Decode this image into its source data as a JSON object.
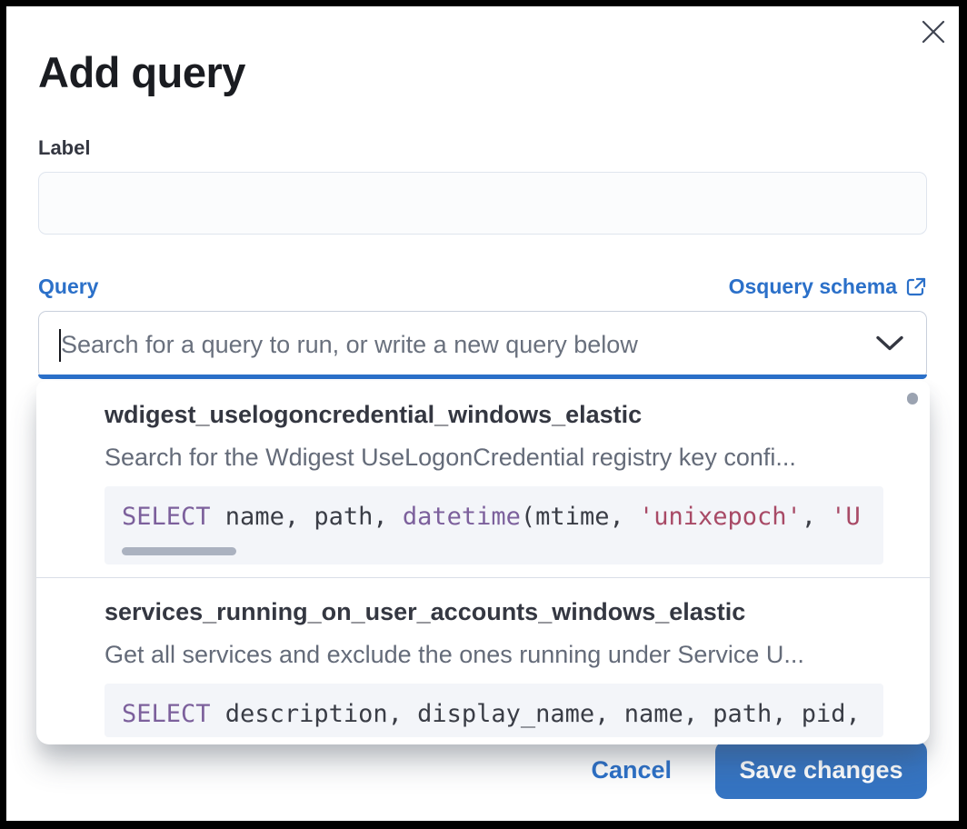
{
  "modal": {
    "title": "Add query"
  },
  "form": {
    "label_field": {
      "label": "Label",
      "value": ""
    },
    "query_field": {
      "label": "Query",
      "schema_link_label": "Osquery schema",
      "placeholder": "Search for a query to run, or write a new query below"
    }
  },
  "dropdown": {
    "options": [
      {
        "title": "wdigest_uselogoncredential_windows_elastic",
        "description": "Search for the Wdigest UseLogonCredential registry key confi...",
        "sql_preview": "SELECT name, path, datetime(mtime, 'unixepoch', 'U",
        "code_tokens": [
          {
            "type": "kw",
            "text": "SELECT"
          },
          {
            "type": "plain",
            "text": " name, path, "
          },
          {
            "type": "kw",
            "text": "datetime"
          },
          {
            "type": "plain",
            "text": "(mtime, "
          },
          {
            "type": "str",
            "text": "'unixepoch'"
          },
          {
            "type": "plain",
            "text": ", "
          },
          {
            "type": "str",
            "text": "'U"
          }
        ],
        "h_scrollbar": true
      },
      {
        "title": "services_running_on_user_accounts_windows_elastic",
        "description": "Get all services and exclude the ones running under Service U...",
        "sql_preview": "SELECT description, display_name, name, path, pid,",
        "code_tokens": [
          {
            "type": "kw",
            "text": "SELECT"
          },
          {
            "type": "plain",
            "text": " description, display_name, name, path, pid,"
          }
        ],
        "h_scrollbar": false
      }
    ]
  },
  "footer": {
    "cancel_label": "Cancel",
    "save_label": "Save changes"
  },
  "icons": {
    "close": "close-icon",
    "external_link": "external-link-icon",
    "chevron_down": "chevron-down-icon",
    "text_cursor": "text-cursor"
  },
  "colors": {
    "primary_blue": "#2b70c9",
    "save_button_bg": "#3574c2",
    "keyword_purple": "#7c609c",
    "string_rose": "#a84a66",
    "code_background": "#f3f5f9",
    "text_dark": "#343741",
    "text_muted": "#69707d"
  }
}
